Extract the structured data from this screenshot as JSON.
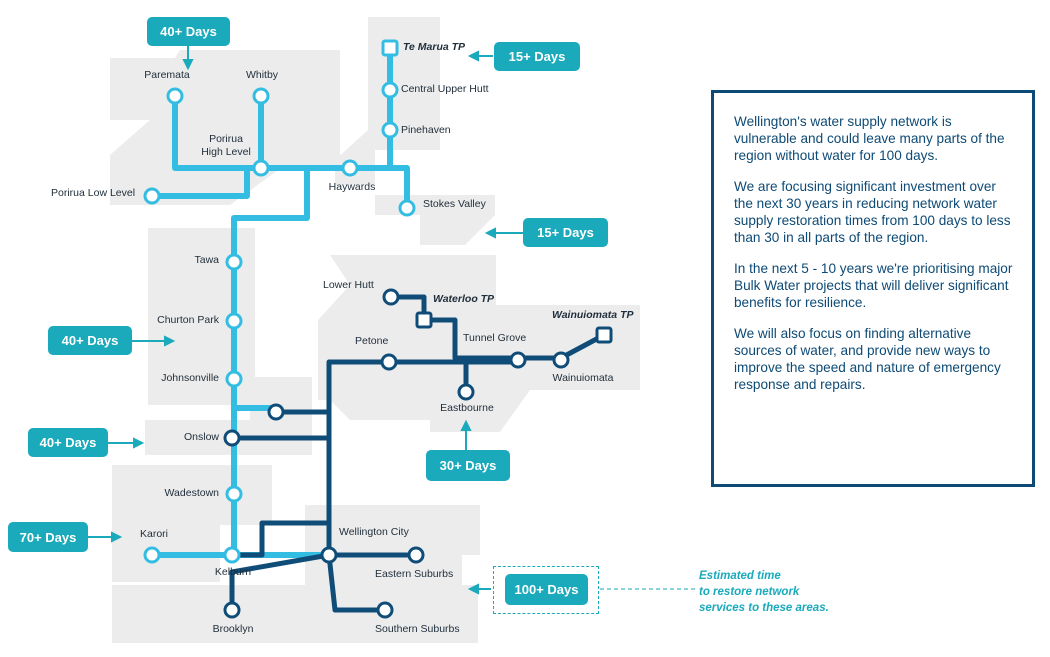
{
  "colors": {
    "light_line": "#33bde3",
    "dark_line": "#0f4d78",
    "badge": "#1aaabb",
    "region": "#ececec",
    "infobox_border": "#0d4a75",
    "infobox_text": "#0d4a75",
    "legend": "#1aaabb"
  },
  "badges": {
    "paremata_whitby": "40+ Days",
    "te_marua": "15+ Days",
    "stokes_valley": "15+ Days",
    "northern_suburbs": "40+ Days",
    "onslow": "40+ Days",
    "eastbourne": "30+ Days",
    "karori": "70+ Days",
    "legend": "100+ Days"
  },
  "labels": {
    "te_marua_tp": "Te Marua TP",
    "central_upper_hutt": "Central Upper Hutt",
    "pinehaven": "Pinehaven",
    "haywards": "Haywards",
    "stokes_valley": "Stokes Valley",
    "paremata": "Paremata",
    "whitby": "Whitby",
    "porirua_high_level": "Porirua\nHigh Level",
    "porirua_low_level": "Porirua Low Level",
    "tawa": "Tawa",
    "churton_park": "Churton Park",
    "johnsonville": "Johnsonville",
    "onslow": "Onslow",
    "wadestown": "Wadestown",
    "karori": "Karori",
    "kelburn": "Kelburn",
    "brooklyn": "Brooklyn",
    "wellington_city": "Wellington City",
    "eastern_suburbs": "Eastern Suburbs",
    "southern_suburbs": "Southern Suburbs",
    "lower_hutt": "Lower Hutt",
    "waterloo_tp": "Waterloo TP",
    "wainuiomata_tp": "Wainuiomata TP",
    "tunnel_grove": "Tunnel Grove",
    "petone": "Petone",
    "wainuiomata": "Wainuiomata",
    "eastbourne": "Eastbourne"
  },
  "infobox": {
    "p1": "Wellington's water supply network is vulnerable and could leave many parts of the region without water for 100 days.",
    "p2": "We are focusing significant investment over the next 30 years in reducing network water supply restoration times from 100 days to less than 30 in all parts of the region.",
    "p3": "In the next 5 - 10 years we're prioritising major Bulk Water projects that will deliver significant benefits for resilience.",
    "p4": "We will also focus on finding alternative sources of water, and provide new ways to improve the speed and nature of emergency response and repairs."
  },
  "legend": {
    "text": "Estimated time\nto restore network\nservices to these areas."
  }
}
